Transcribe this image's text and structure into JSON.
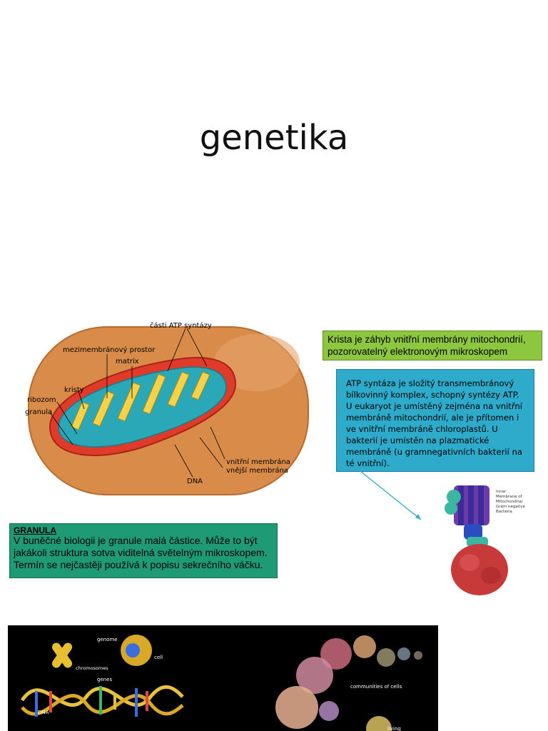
{
  "slide": {
    "title": "genetika"
  },
  "mitochondrion": {
    "labels": {
      "atp_parts": "části ATP syntázy",
      "intermembrane": "mezimembránový prostor",
      "matrix": "matrix",
      "cristae": "kristy",
      "ribosome": "ribozom",
      "granule": "granula",
      "inner_membrane": "vnitřní membrána",
      "outer_membrane": "vnější membrána",
      "dna": "DNA"
    }
  },
  "crista_note": {
    "text": "Krista je záhyb vnitřní membrány mitochondrií, pozorovatelný elektronovým mikroskopem"
  },
  "atp_note": {
    "text": "ATP syntáza je složitý transmembránový bílkovinný komplex, schopný syntézy ATP. U eukaryot je umístěný zejména na vnitřní membráně mitochondrií, ale je přítomen i ve vnitřní membráně chloroplastů. U bakterií je umístěn na plazmatické membráně (u gramnegativních bakterií na té vnitřní)."
  },
  "granula_note": {
    "heading": "GRANULA",
    "text": "V buněčné biologii je granule malá částice. Může to být jakákoli struktura sotva viditelná světelným mikroskopem. Termín se nejčastěji používá k popisu sekrečního váčku."
  },
  "atp_figure": {
    "legend": [
      "Inner",
      "Membrane of",
      "Mitochondria/",
      "Gram negative",
      "Bacteria"
    ]
  },
  "genetics_figure": {
    "labels": {
      "genome": "genome",
      "cell": "cell",
      "chromosomes": "chromosomes",
      "genes": "genes",
      "dna": "DNA",
      "communities": "communities of cells",
      "living": "living"
    }
  }
}
